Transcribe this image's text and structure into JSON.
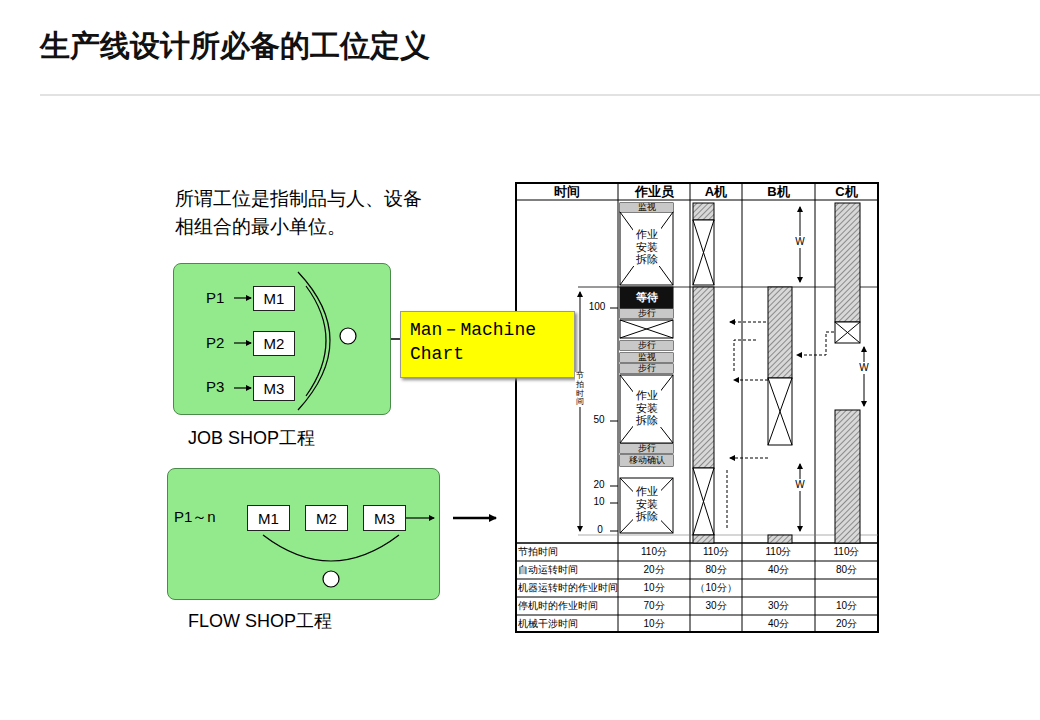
{
  "diagram": {
    "title": "生产线设计所必备的工位定义",
    "nodes": [
      {
        "text": [
          "JOB SHOP工程"
        ]
      },
      {
        "text": [
          "M1"
        ],
        "in": 0
      },
      {
        "text": [
          "M2"
        ],
        "in": 0
      },
      {
        "text": [
          "M3"
        ],
        "in": 0
      },
      {
        "text": [
          "FLOW SHOP工程"
        ]
      },
      {
        "text": [
          "M1"
        ],
        "in": 4
      },
      {
        "text": [
          "M2"
        ],
        "in": 4
      },
      {
        "text": [
          "M3"
        ],
        "in": 4
      },
      {
        "text": [
          "Man－Machine Chart"
        ]
      }
    ],
    "edges": [
      {
        "from": 0,
        "to": 8,
        "arrow": "none"
      },
      {
        "from": 5,
        "to": 6,
        "arrow": "none"
      },
      {
        "from": 6,
        "to": 7,
        "arrow": "none"
      }
    ],
    "labels": [
      "所谓工位是指制品与人、设备相组合的最小单位。",
      "P1",
      "P2",
      "P3",
      "P1～n",
      "时间",
      "作业员",
      "A机",
      "B机",
      "C机",
      "监视",
      "作业 安装 拆除",
      "等待",
      "步行",
      "步行",
      "监视",
      "步行",
      "作业 安装 拆除",
      "步行",
      "移动确认",
      "作业 安装 拆除",
      "100",
      "50",
      "20",
      "10",
      "0",
      "节拍时间",
      "W",
      "W",
      "W",
      "节拍时间",
      "110分",
      "110分",
      "110分",
      "110分",
      "自动运转时间",
      "20分",
      "80分",
      "40分",
      "80分",
      "机器运转时的作业时间",
      "10分",
      "（10分）",
      "停机时的作业时间",
      "70分",
      "30分",
      "30分",
      "10分",
      "机械干涉时间",
      "10分",
      "40分",
      "20分"
    ]
  }
}
